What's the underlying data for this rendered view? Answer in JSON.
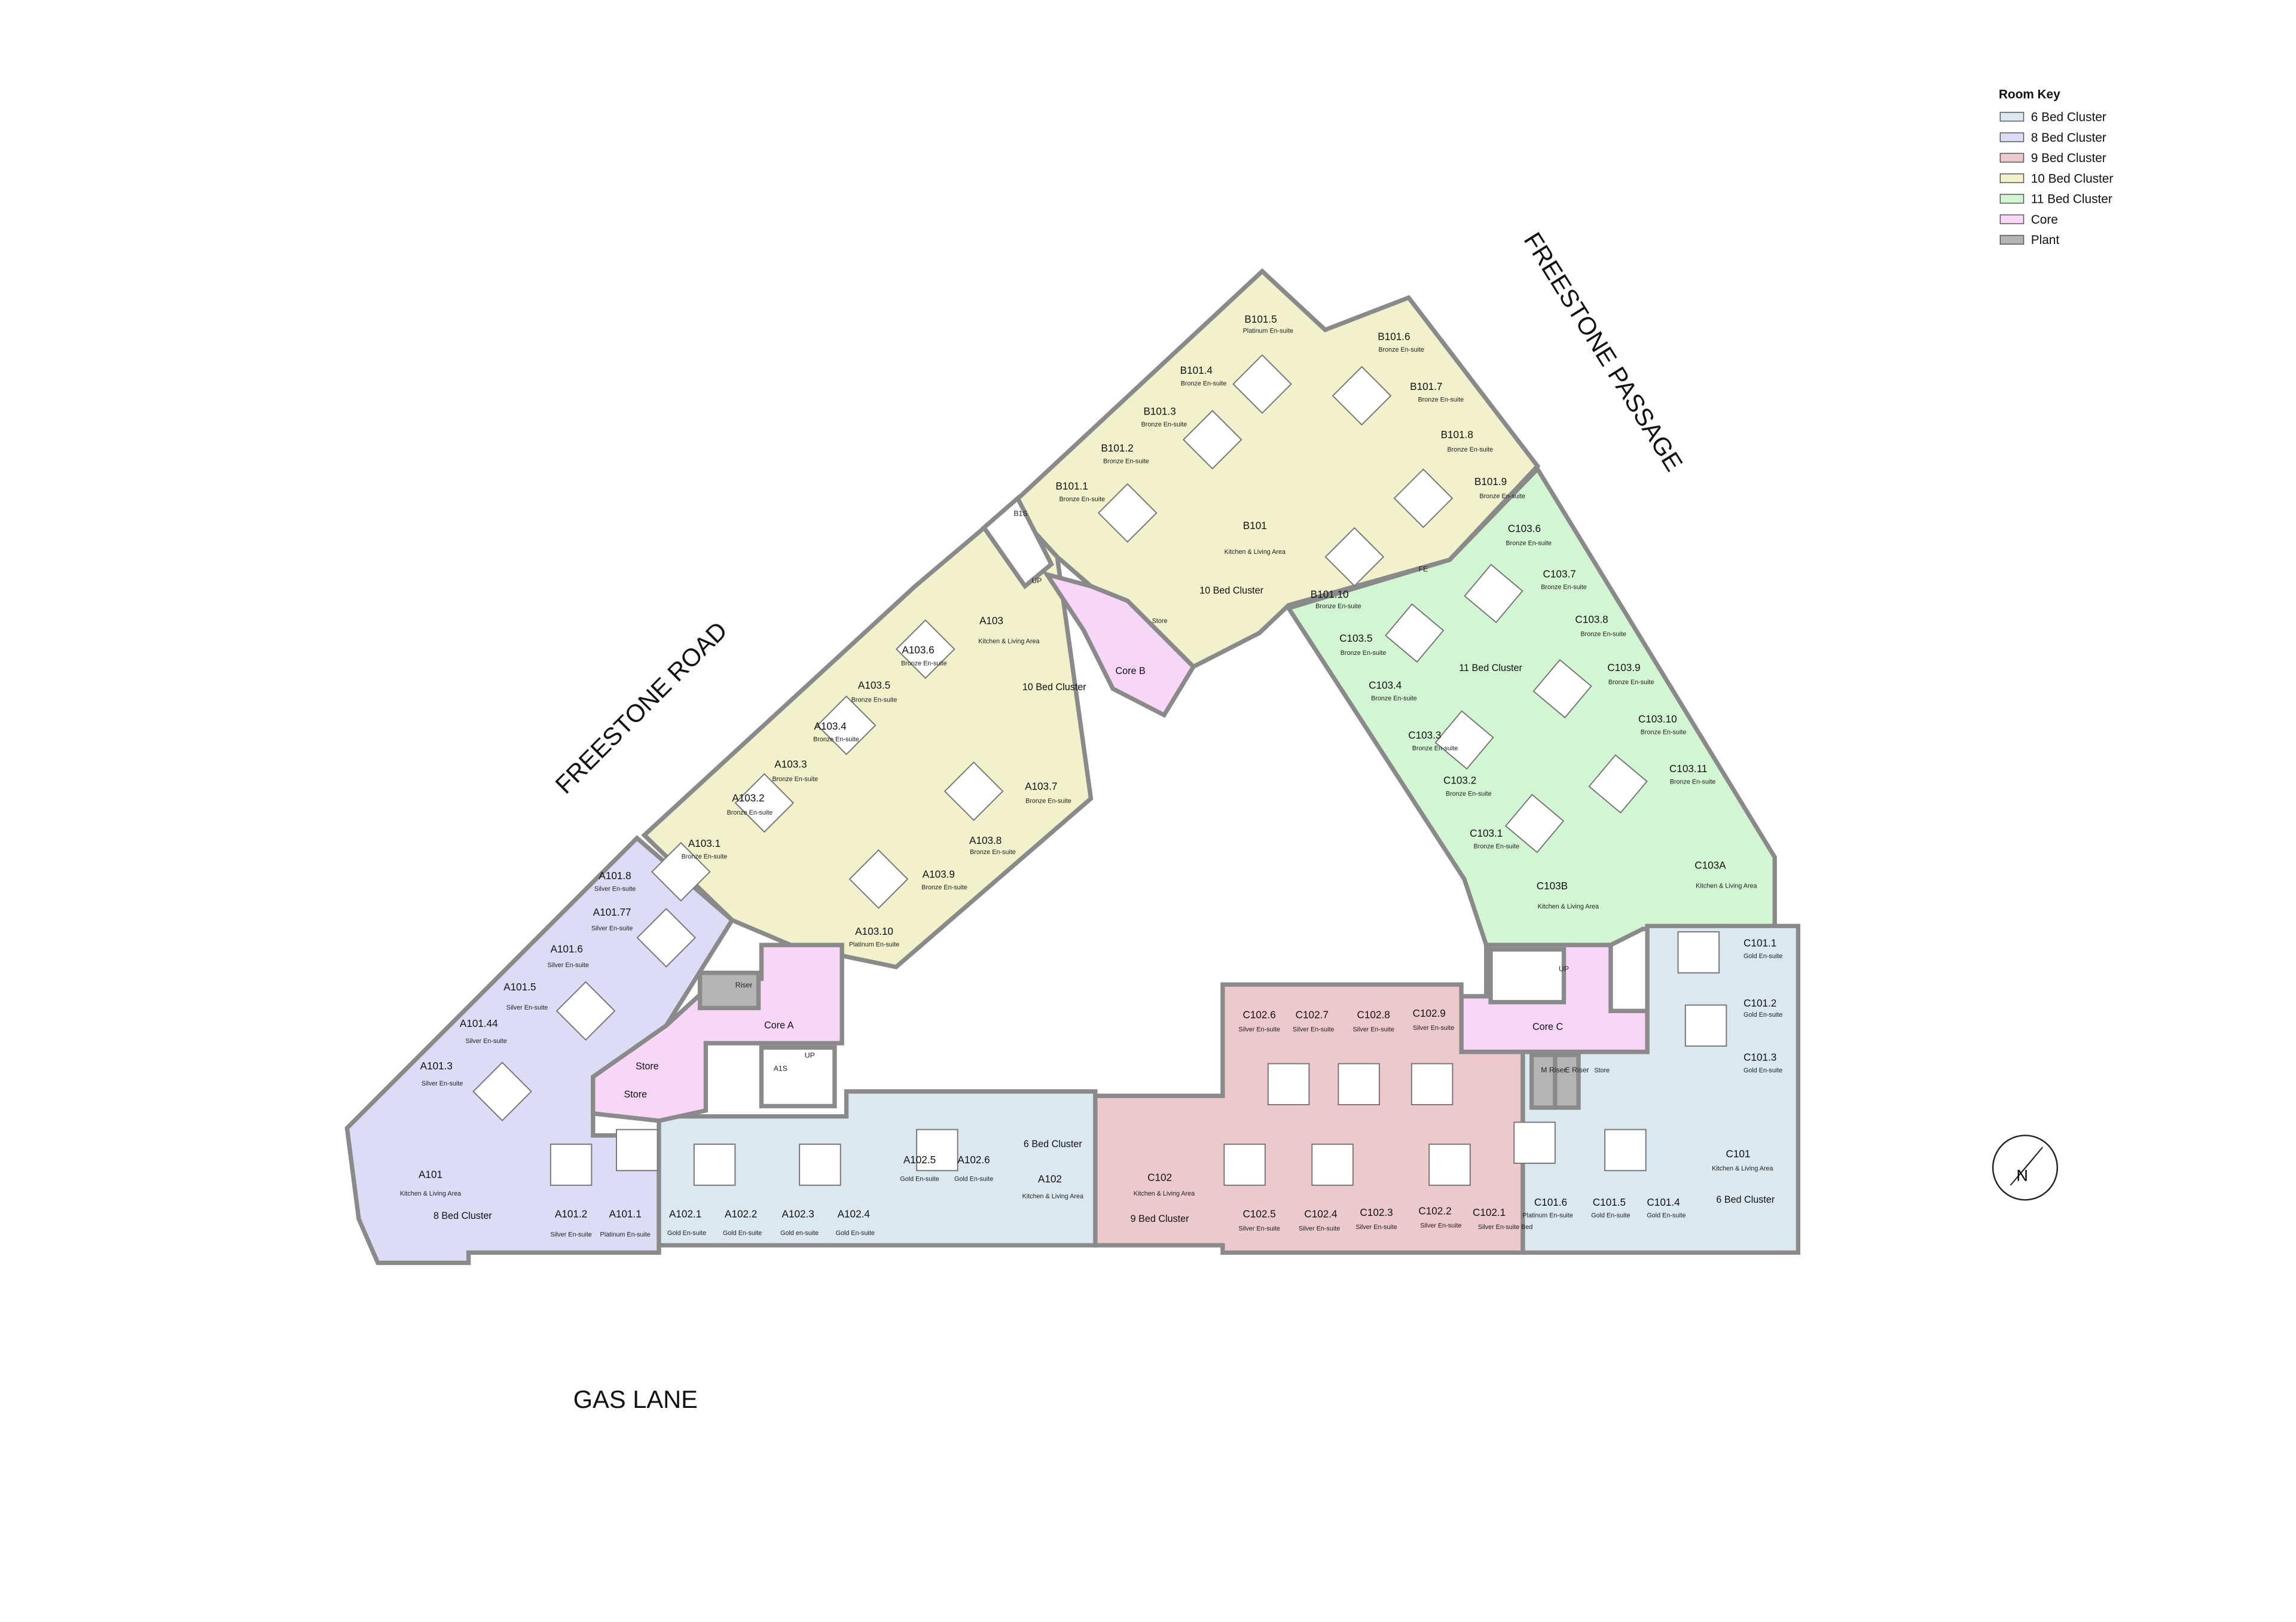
{
  "legend": {
    "title": "Room Key",
    "items": [
      {
        "label": "6 Bed Cluster",
        "color": "#dce8f0"
      },
      {
        "label": "8 Bed Cluster",
        "color": "#dcdcf6"
      },
      {
        "label": "9 Bed Cluster",
        "color": "#ecc9cd"
      },
      {
        "label": "10 Bed Cluster",
        "color": "#f1f1cb"
      },
      {
        "label": "11 Bed Cluster",
        "color": "#d2f6d2"
      },
      {
        "label": "Core",
        "color": "#f7d6f7"
      },
      {
        "label": "Plant",
        "color": "#b4b4b4"
      }
    ]
  },
  "roads": {
    "freestone_road": "FREESTONE ROAD",
    "freestone_passage": "FREESTONE PASSAGE",
    "gas_lane": "GAS LANE"
  },
  "north_arrow": "N",
  "rooms": [
    {
      "id": "A101.8",
      "type": "Silver En-suite"
    },
    {
      "id": "A101.77",
      "type": "Silver En-suite"
    },
    {
      "id": "A101.6",
      "type": "Silver En-suite"
    },
    {
      "id": "A101.5",
      "type": "Silver En-suite"
    },
    {
      "id": "A101.44",
      "type": "Silver En-suite"
    },
    {
      "id": "A101.3",
      "type": "Silver En-suite"
    },
    {
      "id": "A101.2",
      "type": "Silver En-suite"
    },
    {
      "id": "A101.1",
      "type": "Platinum En-suite"
    },
    {
      "id": "A102.1",
      "type": "Gold En-suite"
    },
    {
      "id": "A102.2",
      "type": "Gold En-suite"
    },
    {
      "id": "A102.3",
      "type": "Gold en-suite"
    },
    {
      "id": "A102.4",
      "type": "Gold En-suite"
    },
    {
      "id": "A102.5",
      "type": "Gold En-suite"
    },
    {
      "id": "A102.6",
      "type": "Gold En-suite"
    },
    {
      "id": "A103.1",
      "type": "Bronze En-suite"
    },
    {
      "id": "A103.2",
      "type": "Bronze En-suite"
    },
    {
      "id": "A103.3",
      "type": "Bronze En-suite"
    },
    {
      "id": "A103.4",
      "type": "Bronze En-suite"
    },
    {
      "id": "A103.5",
      "type": "Bronze En-suite"
    },
    {
      "id": "A103.6",
      "type": "Bronze En-suite"
    },
    {
      "id": "A103.7",
      "type": "Bronze En-suite"
    },
    {
      "id": "A103.8",
      "type": "Bronze En-suite"
    },
    {
      "id": "A103.9",
      "type": "Bronze En-suite"
    },
    {
      "id": "A103.10",
      "type": "Platinum En-suite"
    },
    {
      "id": "B101.1",
      "type": "Bronze En-suite"
    },
    {
      "id": "B101.2",
      "type": "Bronze En-suite"
    },
    {
      "id": "B101.3",
      "type": "Bronze En-suite"
    },
    {
      "id": "B101.4",
      "type": "Bronze En-suite"
    },
    {
      "id": "B101.5",
      "type": "Platinum En-suite"
    },
    {
      "id": "B101.6",
      "type": "Bronze En-suite"
    },
    {
      "id": "B101.7",
      "type": "Bronze En-suite"
    },
    {
      "id": "B101.8",
      "type": "Bronze En-suite"
    },
    {
      "id": "B101.9",
      "type": "Bronze En-suite"
    },
    {
      "id": "B101.10",
      "type": "Bronze En-suite"
    },
    {
      "id": "C103.1",
      "type": "Bronze En-suite"
    },
    {
      "id": "C103.2",
      "type": "Bronze En-suite"
    },
    {
      "id": "C103.3",
      "type": "Bronze En-suite"
    },
    {
      "id": "C103.4",
      "type": "Bronze En-suite"
    },
    {
      "id": "C103.5",
      "type": "Bronze En-suite"
    },
    {
      "id": "C103.6",
      "type": "Bronze En-suite"
    },
    {
      "id": "C103.7",
      "type": "Bronze En-suite"
    },
    {
      "id": "C103.8",
      "type": "Bronze En-suite"
    },
    {
      "id": "C103.9",
      "type": "Bronze En-suite"
    },
    {
      "id": "C103.10",
      "type": "Bronze En-suite"
    },
    {
      "id": "C103.11",
      "type": "Bronze En-suite"
    },
    {
      "id": "C101.1",
      "type": "Gold En-suite"
    },
    {
      "id": "C101.2",
      "type": "Gold En-suite"
    },
    {
      "id": "C101.3",
      "type": "Gold En-suite"
    },
    {
      "id": "C101.4",
      "type": "Gold En-suite"
    },
    {
      "id": "C101.5",
      "type": "Gold En-suite"
    },
    {
      "id": "C101.6",
      "type": "Platinum En-suite"
    },
    {
      "id": "C102.1",
      "type": "Silver En-suite Bed"
    },
    {
      "id": "C102.2",
      "type": "Silver En-suite"
    },
    {
      "id": "C102.3",
      "type": "Silver En-suite"
    },
    {
      "id": "C102.4",
      "type": "Silver En-suite"
    },
    {
      "id": "C102.5",
      "type": "Silver En-suite"
    },
    {
      "id": "C102.6",
      "type": "Silver En-suite"
    },
    {
      "id": "C102.7",
      "type": "Silver En-suite"
    },
    {
      "id": "C102.8",
      "type": "Silver En-suite"
    },
    {
      "id": "C102.9",
      "type": "Silver En-suite"
    }
  ],
  "kitchens": [
    {
      "id": "A101",
      "type": "Kitchen & Living Area",
      "cluster": "8 Bed Cluster"
    },
    {
      "id": "A102",
      "type": "Kitchen & Living Area",
      "cluster": "6 Bed Cluster"
    },
    {
      "id": "A103",
      "type": "Kitchen & Living Area",
      "cluster": "10 Bed Cluster"
    },
    {
      "id": "B101",
      "type": "Kitchen & Living Area",
      "cluster": "10 Bed Cluster"
    },
    {
      "id": "C102",
      "type": "Kitchen & Living Area",
      "cluster": "9 Bed Cluster"
    },
    {
      "id": "C101",
      "type": "Kitchen & Living Area",
      "cluster": "6 Bed Cluster"
    },
    {
      "id": "C103A",
      "type": "Kitchen & Living Area",
      "cluster": ""
    },
    {
      "id": "C103B",
      "type": "Kitchen & Living Area",
      "cluster": "11 Bed Cluster"
    }
  ],
  "labels": [
    "Core A",
    "Core B",
    "Core C",
    "Store",
    "Store",
    "Store",
    "Store",
    "Riser",
    "M Riser",
    "E Riser",
    "A1S",
    "B1S",
    "FE",
    "UP",
    "UP",
    "UP"
  ]
}
